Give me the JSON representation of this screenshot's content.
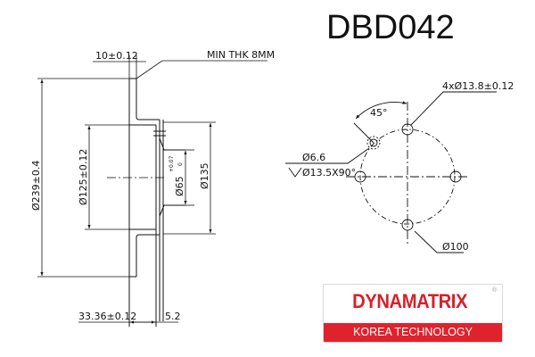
{
  "title": "DBD042",
  "side_view": {
    "thickness_label": "10±0.12",
    "min_thickness_label": "MIN THK 8MM",
    "outer_diameter_label": "Ø239±0.4",
    "hat_diameter_label": "Ø125±0.12",
    "center_bore_label": "Ø65",
    "center_bore_tolerance_upper": "+0.07",
    "center_bore_tolerance_lower": "0",
    "hub_diameter_label": "Ø135",
    "height_label": "33.36±0.12",
    "hub_thickness_label": "5.2"
  },
  "front_view": {
    "bolt_holes_label": "4xØ13.8±0.12",
    "angle_label": "45°",
    "screw_hole_label": "Ø6.6",
    "countersink_label": "Ø13.5X90°",
    "pcd_label": "Ø100"
  },
  "logo": {
    "brand": "DYNAMATRIX",
    "registered": "®",
    "tagline": "KOREA TECHNOLOGY",
    "brand_color": "#d7202a",
    "band_color": "#e0222d"
  }
}
